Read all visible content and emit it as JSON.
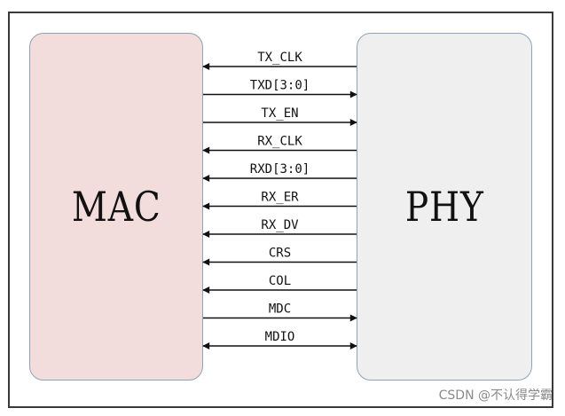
{
  "mac_label": "MAC",
  "phy_label": "PHY",
  "watermark": "CSDN @不认得学霸",
  "signals": [
    {
      "name": "TX_CLK",
      "direction": "to-mac"
    },
    {
      "name": "TXD[3:0]",
      "direction": "to-phy"
    },
    {
      "name": "TX_EN",
      "direction": "to-phy"
    },
    {
      "name": "RX_CLK",
      "direction": "to-mac"
    },
    {
      "name": "RXD[3:0]",
      "direction": "to-mac"
    },
    {
      "name": "RX_ER",
      "direction": "to-mac"
    },
    {
      "name": "RX_DV",
      "direction": "to-mac"
    },
    {
      "name": "CRS",
      "direction": "to-mac"
    },
    {
      "name": "COL",
      "direction": "to-mac"
    },
    {
      "name": "MDC",
      "direction": "to-phy"
    },
    {
      "name": "MDIO",
      "direction": "bidirectional"
    }
  ],
  "colors": {
    "mac_fill": "#f2dcdc",
    "phy_fill": "#efefef",
    "block_border": "#8fa3b8",
    "line": "#111111"
  }
}
